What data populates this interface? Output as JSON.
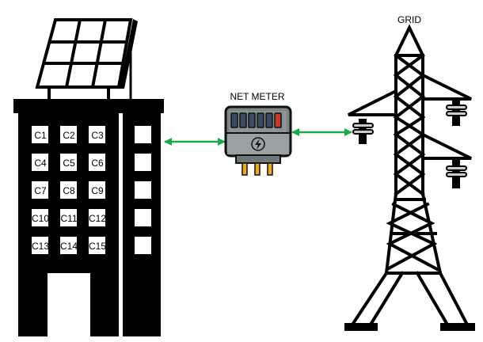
{
  "diagram": {
    "title": "Net metering setup: solar building, net meter, grid",
    "labels": {
      "net_meter": "NET METER",
      "grid": "GRID"
    },
    "building": {
      "cells": [
        "C1",
        "C2",
        "C3",
        "C4",
        "C5",
        "C6",
        "C7",
        "C8",
        "C9",
        "C10",
        "C11",
        "C12",
        "C13",
        "C14",
        "C15"
      ],
      "has_solar_panel": true
    },
    "connections": [
      {
        "from": "building",
        "to": "net_meter",
        "direction": "bidirectional"
      },
      {
        "from": "net_meter",
        "to": "grid",
        "direction": "bidirectional"
      }
    ],
    "colors": {
      "arrow": "#1aa84a",
      "meter_body": "#6f7778",
      "meter_panel": "#9aa1a2",
      "meter_digit": "#3d4a63",
      "meter_digit_alert": "#c0392b",
      "meter_pins": "#f0a81e"
    }
  }
}
